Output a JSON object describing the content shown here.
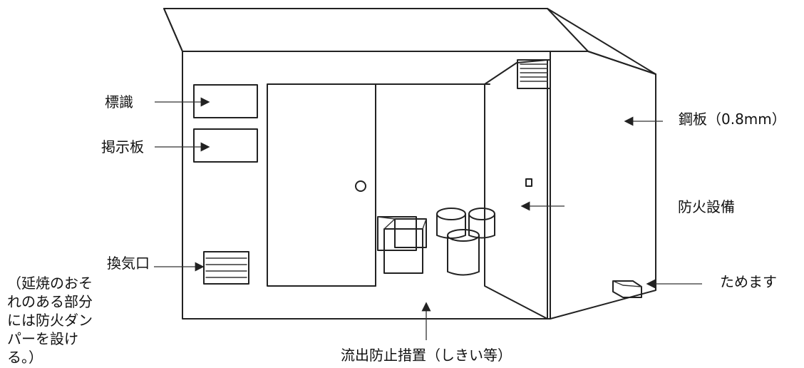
{
  "labels": {
    "sign": "標識",
    "notice_board": "掲示板",
    "steel_plate": "鋼板（0.8mm）",
    "fire_equipment": "防火設備",
    "ventilation": "換気口",
    "ventilation_note": "（延焼のおそれのある部分には防火ダンパーを設ける。）",
    "catch_basin": "ためます",
    "spill_prevention": "流出防止措置（しきい等）"
  },
  "colors": {
    "line": "#222222",
    "text": "#111111",
    "background": "#ffffff"
  }
}
